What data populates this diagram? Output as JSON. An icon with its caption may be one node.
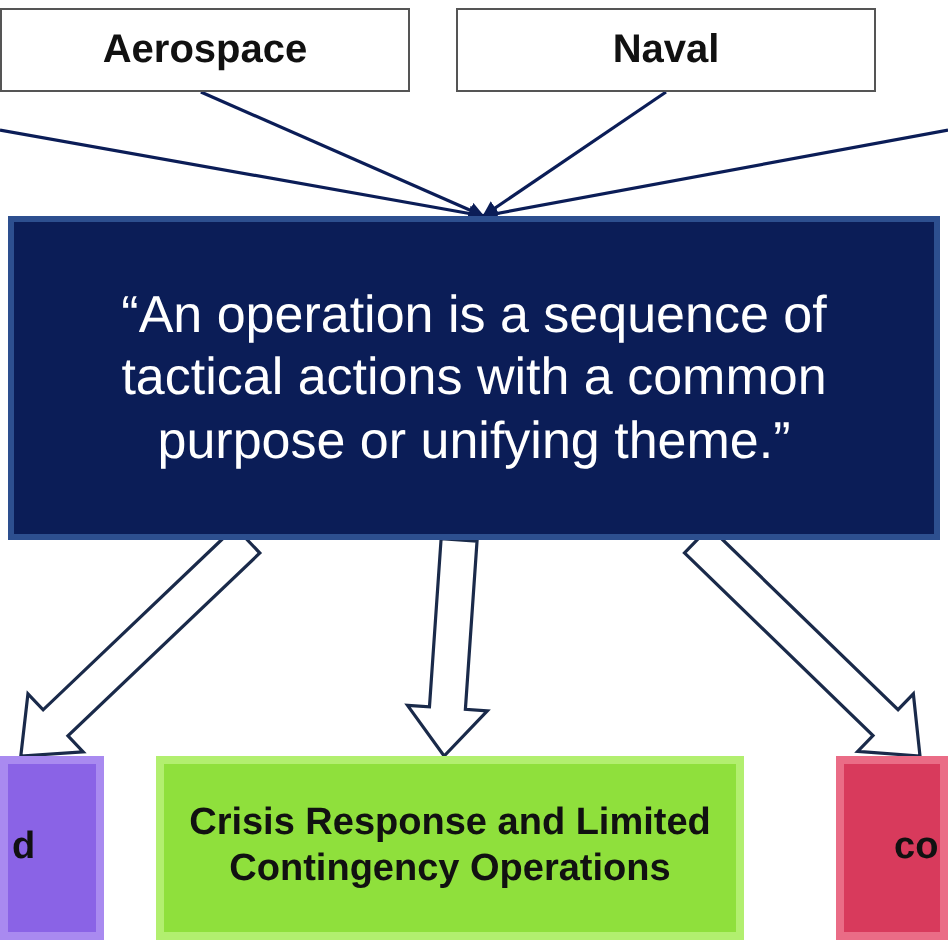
{
  "diagram": {
    "nodes": [
      {
        "text": [
          "Aerospace"
        ]
      },
      {
        "text": [
          "Naval"
        ]
      },
      {
        "text": [
          "“An operation is a sequence of tactical actions with a common purpose or unifying theme.”"
        ]
      },
      {
        "text": [
          "d"
        ]
      },
      {
        "text": [
          "Crisis Response and Limited Contingency Operations"
        ]
      },
      {
        "text": [
          "co"
        ]
      }
    ],
    "edges": [
      {
        "from": null,
        "to": 2,
        "arrow": "to"
      },
      {
        "from": 0,
        "to": 2,
        "arrow": "to"
      },
      {
        "from": 1,
        "to": 2,
        "arrow": "to"
      },
      {
        "from": null,
        "to": 2,
        "arrow": "to"
      },
      {
        "from": 2,
        "to": 3,
        "arrow": "to",
        "style": "thick"
      },
      {
        "from": 2,
        "to": 4,
        "arrow": "to",
        "style": "thick"
      },
      {
        "from": 2,
        "to": 5,
        "arrow": "to",
        "style": "thick"
      }
    ]
  }
}
